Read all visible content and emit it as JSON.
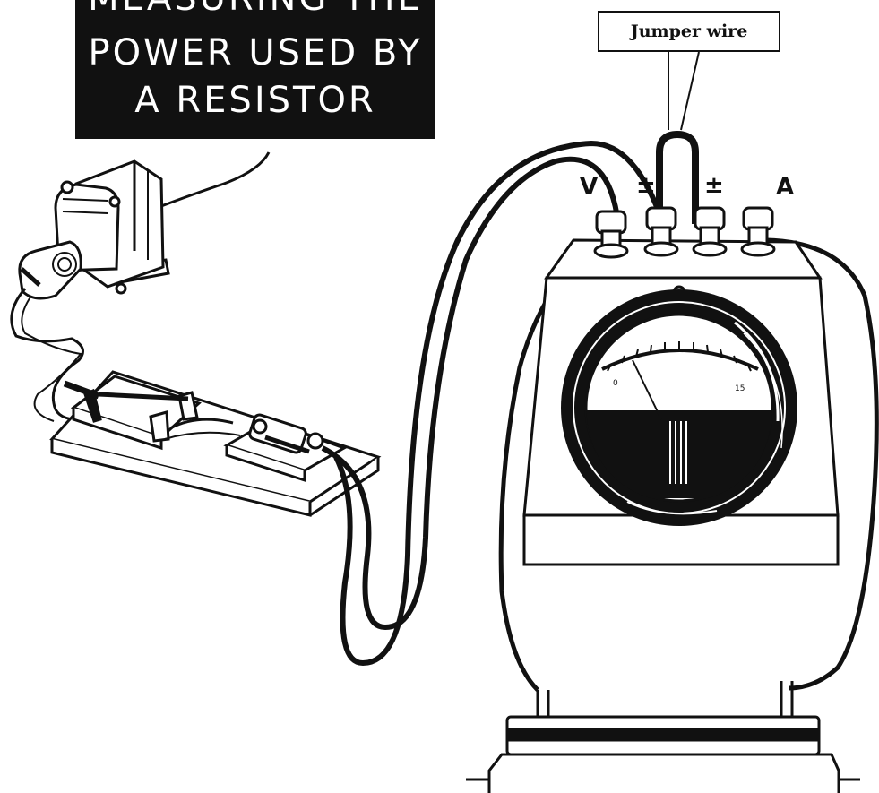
{
  "title": {
    "lines": [
      "MEASURING THE",
      "POWER USED BY",
      "A RESISTOR"
    ]
  },
  "callout": {
    "label": "Jumper wire"
  },
  "terminals": {
    "voltage": "V",
    "common_1": "±",
    "common_2": "±",
    "current": "A"
  },
  "meter_scale": {
    "min": "0",
    "max": "15"
  },
  "colors": {
    "ink": "#111111",
    "paper": "#ffffff"
  }
}
